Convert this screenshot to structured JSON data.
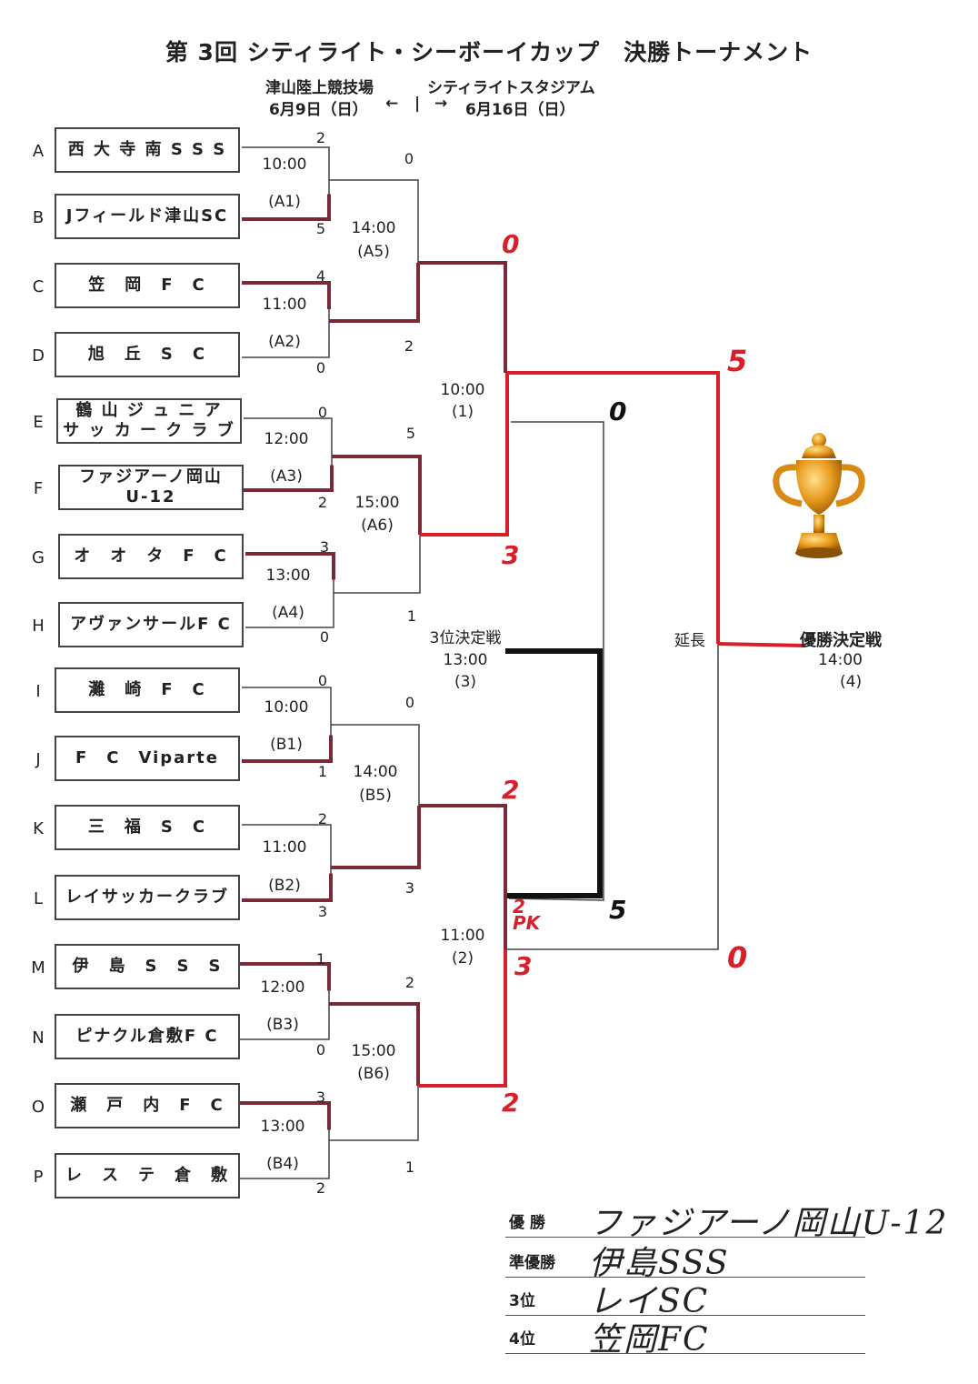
{
  "header": {
    "title": "第 3回 シティライト・シーボーイカップ　決勝トーナメント",
    "venue_left": "津山陸上競技場",
    "venue_right": "シティライトスタジアム",
    "date_left": "6月9日（日）",
    "arrow_left": "←",
    "arrow_sep": "|",
    "arrow_right": "→",
    "date_right": "6月16日（日）"
  },
  "teams": [
    {
      "letter": "A",
      "name": "西 大 寺 南 S S S"
    },
    {
      "letter": "B",
      "name": "Jフィールド津山SC"
    },
    {
      "letter": "C",
      "name": "笠　岡　F　C"
    },
    {
      "letter": "D",
      "name": "旭　丘　S　C"
    },
    {
      "letter": "E",
      "name": "鶴 山 ジ ュ ニ ア\nサ ッ カ ー ク ラ ブ"
    },
    {
      "letter": "F",
      "name": "ファジアーノ岡山\nU-12"
    },
    {
      "letter": "G",
      "name": "オ　オ　タ　F　C"
    },
    {
      "letter": "H",
      "name": "アヴァンサールF C"
    },
    {
      "letter": "I",
      "name": "灘　崎　F　C"
    },
    {
      "letter": "J",
      "name": "F　C　Viparte"
    },
    {
      "letter": "K",
      "name": "三　福　S　C"
    },
    {
      "letter": "L",
      "name": "レイサッカークラブ"
    },
    {
      "letter": "M",
      "name": "伊　島　S　S　S"
    },
    {
      "letter": "N",
      "name": "ピナクル倉敷F C"
    },
    {
      "letter": "O",
      "name": "瀬　戸　内　F　C"
    },
    {
      "letter": "P",
      "name": "レ　ス　テ　倉　敷"
    }
  ],
  "round1": [
    {
      "time": "10:00",
      "id": "(A1)",
      "score_top": "2",
      "score_bottom": "5"
    },
    {
      "time": "11:00",
      "id": "(A2)",
      "score_top": "4",
      "score_bottom": "0"
    },
    {
      "time": "12:00",
      "id": "(A3)",
      "score_top": "0",
      "score_bottom": "2"
    },
    {
      "time": "13:00",
      "id": "(A4)",
      "score_top": "3",
      "score_bottom": "0"
    },
    {
      "time": "10:00",
      "id": "(B1)",
      "score_top": "0",
      "score_bottom": "1"
    },
    {
      "time": "11:00",
      "id": "(B2)",
      "score_top": "2",
      "score_bottom": "3"
    },
    {
      "time": "12:00",
      "id": "(B3)",
      "score_top": "1",
      "score_bottom": "0"
    },
    {
      "time": "13:00",
      "id": "(B4)",
      "score_top": "3",
      "score_bottom": "2"
    }
  ],
  "round2": [
    {
      "time": "14:00",
      "id": "(A5)",
      "score_top": "0",
      "score_bottom": "2"
    },
    {
      "time": "15:00",
      "id": "(A6)",
      "score_top": "5",
      "score_bottom": "1"
    },
    {
      "time": "14:00",
      "id": "(B5)",
      "score_top": "0",
      "score_bottom": "3"
    },
    {
      "time": "15:00",
      "id": "(B6)",
      "score_top": "2",
      "score_bottom": "1"
    }
  ],
  "semis": [
    {
      "time": "10:00",
      "id": "(1)",
      "score_top": "0",
      "score_bottom": "3"
    },
    {
      "time": "11:00",
      "id": "(2)",
      "score_top": "2",
      "score_bottom": "2",
      "pk_top": "2",
      "pk_label": "PK",
      "pk_bottom": "3"
    }
  ],
  "third_place": {
    "label": "3位決定戦",
    "time": "13:00",
    "id": "(3)",
    "score_top": "0",
    "score_bottom": "5"
  },
  "final": {
    "label": "優勝決定戦",
    "time": "14:00",
    "id": "(4)",
    "extra_time": "延長",
    "score_top": "5",
    "score_bottom": "0"
  },
  "icons": {
    "trophy": "trophy-icon"
  },
  "colors": {
    "winner_line": "#d8202a",
    "round_line": "#7a2a36",
    "third_line": "#111111"
  },
  "results": [
    {
      "label": "優 勝",
      "value": "ファジアーノ岡山U-12"
    },
    {
      "label": "準優勝",
      "value": "伊島SSS"
    },
    {
      "label": "3位",
      "value": "レイSC"
    },
    {
      "label": "4位",
      "value": "笠岡FC"
    }
  ]
}
